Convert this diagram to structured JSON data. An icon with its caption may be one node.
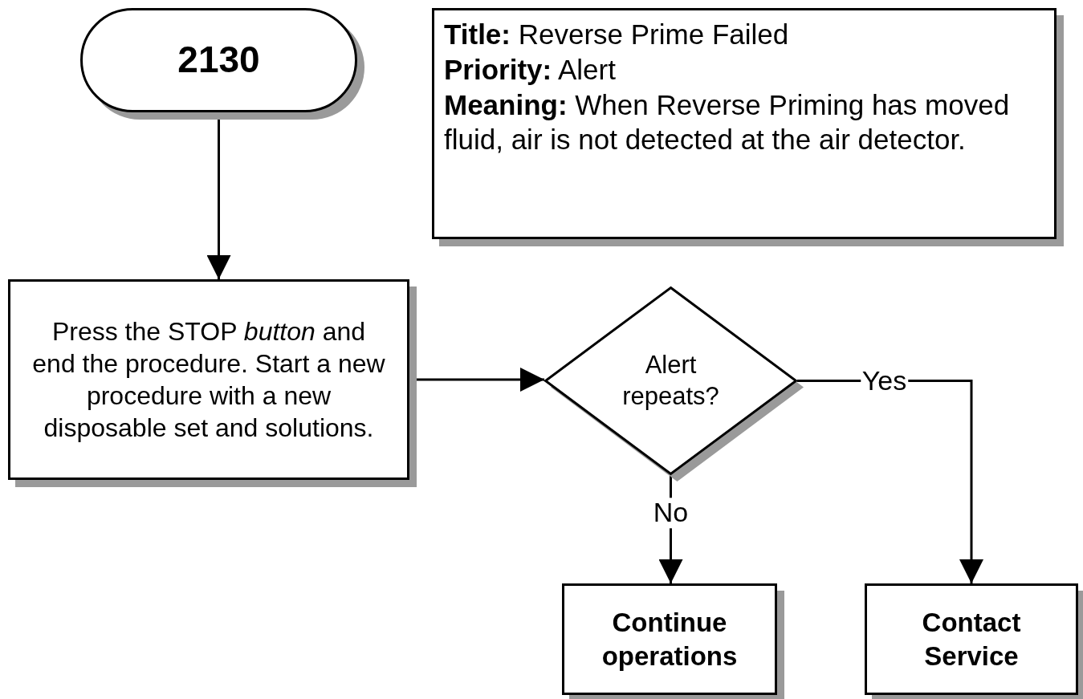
{
  "diagram": {
    "nodes": [
      {
        "text": [
          "2130"
        ]
      },
      {
        "text": [
          "**Title:**  Reverse Prime Failed",
          "**Priority:**  Alert",
          "**Meaning:**  When Reverse Priming has moved fluid, air is not detected at the air detector."
        ]
      },
      {
        "text": [
          "Press the STOP *button* and end the procedure. Start a new procedure with a new disposable set and solutions."
        ]
      },
      {
        "text": [
          "Alert repeats?"
        ]
      },
      {
        "text": [
          "Continue operations"
        ]
      },
      {
        "text": [
          "Contact Service"
        ]
      }
    ],
    "edges": [
      {
        "from": 0,
        "to": 2,
        "arrow": "to"
      },
      {
        "from": 2,
        "to": 3,
        "arrow": "to"
      },
      {
        "from": 3,
        "to": 5,
        "arrow": "to",
        "label": "Yes"
      },
      {
        "from": 3,
        "to": 4,
        "arrow": "to",
        "label": "No"
      }
    ]
  }
}
